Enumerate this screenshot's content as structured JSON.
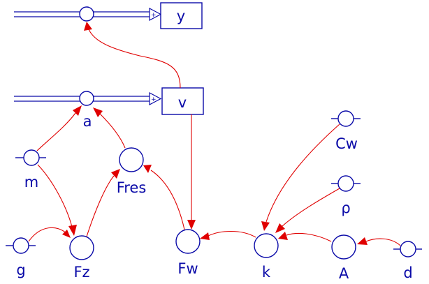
{
  "diagram": {
    "colors": {
      "element": "#0a0aa8",
      "link": "#e00000",
      "background": "#ffffff"
    },
    "stocks": {
      "y": "y",
      "v": "v"
    },
    "rates": {
      "a": "a"
    },
    "variables": {
      "m": "m",
      "g": "g",
      "Fz": "Fz",
      "Fres": "Fres",
      "Fw": "Fw",
      "k": "k",
      "A": "A",
      "d": "d",
      "Cw": "Cw",
      "rho": "ρ"
    },
    "flow_sign": "+"
  }
}
